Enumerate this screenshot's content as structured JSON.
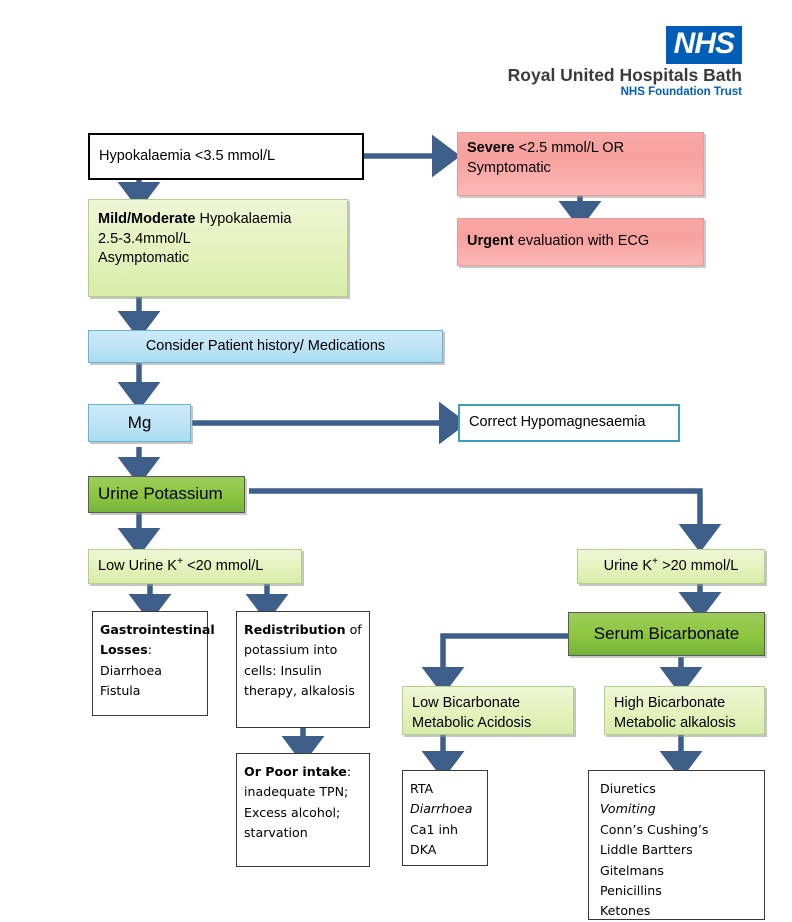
{
  "logo": {
    "badge": "NHS",
    "trust_name": "Royal United Hospitals Bath",
    "trust_sub": "NHS Foundation Trust"
  },
  "colors": {
    "nhs_blue": "#005EB8",
    "arrow_blue": "#3d5f8a",
    "green_dark": "#8cc63f",
    "green_light": "#e4f2bd",
    "pink": "#f7a19f",
    "blue_light": "#bfe4f6",
    "teal_border": "#3c9dbd"
  },
  "nodes": {
    "hypokalaemia": "Hypokalaemia <3.5 mmol/L",
    "severe_bold": "Severe",
    "severe_rest": " <2.5 mmol/L OR Symptomatic",
    "urgent_bold": "Urgent",
    "urgent_rest": " evaluation with ECG",
    "mild_bold": "Mild/Moderate",
    "mild_rest": " Hypokalaemia",
    "mild_line2": "2.5-3.4mmol/L",
    "mild_line3": "Asymptomatic",
    "consider": "Consider Patient history/ Medications",
    "mg": "Mg",
    "correct_hypomag": "Correct Hypomagnesaemia",
    "urine_potassium": "Urine Potassium",
    "low_urine_k_pre": "Low Urine K",
    "low_urine_k_post": " <20 mmol/L",
    "high_urine_k_pre": "Urine K",
    "high_urine_k_post": " >20 mmol/L",
    "gi_bold": "Gastrointestinal Losses",
    "gi_colon": ":",
    "gi_line2": "Diarrhoea",
    "gi_line3": "Fistula",
    "redist_bold": "Redistribution",
    "redist_rest": " of potassium into cells: Insulin therapy, alkalosis",
    "poor_intake_bold": "Or Poor intake",
    "poor_intake_colon": ":",
    "poor_intake_line2": "inadequate TPN;",
    "poor_intake_line3": "Excess alcohol;",
    "poor_intake_line4": "starvation",
    "serum_bicarbonate": "Serum Bicarbonate",
    "low_bicarb_l1": "Low Bicarbonate",
    "low_bicarb_l2": "Metabolic Acidosis",
    "high_bicarb_l1": "High Bicarbonate",
    "high_bicarb_l2": "Metabolic alkalosis"
  },
  "lists": {
    "low_bicarb_causes": [
      {
        "text": "RTA",
        "italic": false
      },
      {
        "text": "Diarrhoea",
        "italic": true
      },
      {
        "text": "Ca1 inh",
        "italic": false
      },
      {
        "text": "DKA",
        "italic": false
      }
    ],
    "high_bicarb_causes": [
      {
        "text": "Diuretics",
        "italic": false
      },
      {
        "text": "Vomiting",
        "italic": true
      },
      {
        "text": "Conn’s Cushing’s",
        "italic": false
      },
      {
        "text": "Liddle Bartters",
        "italic": false
      },
      {
        "text": "Gitelmans",
        "italic": false
      },
      {
        "text": "Penicillins",
        "italic": false
      },
      {
        "text": "Ketones",
        "italic": false
      }
    ]
  }
}
